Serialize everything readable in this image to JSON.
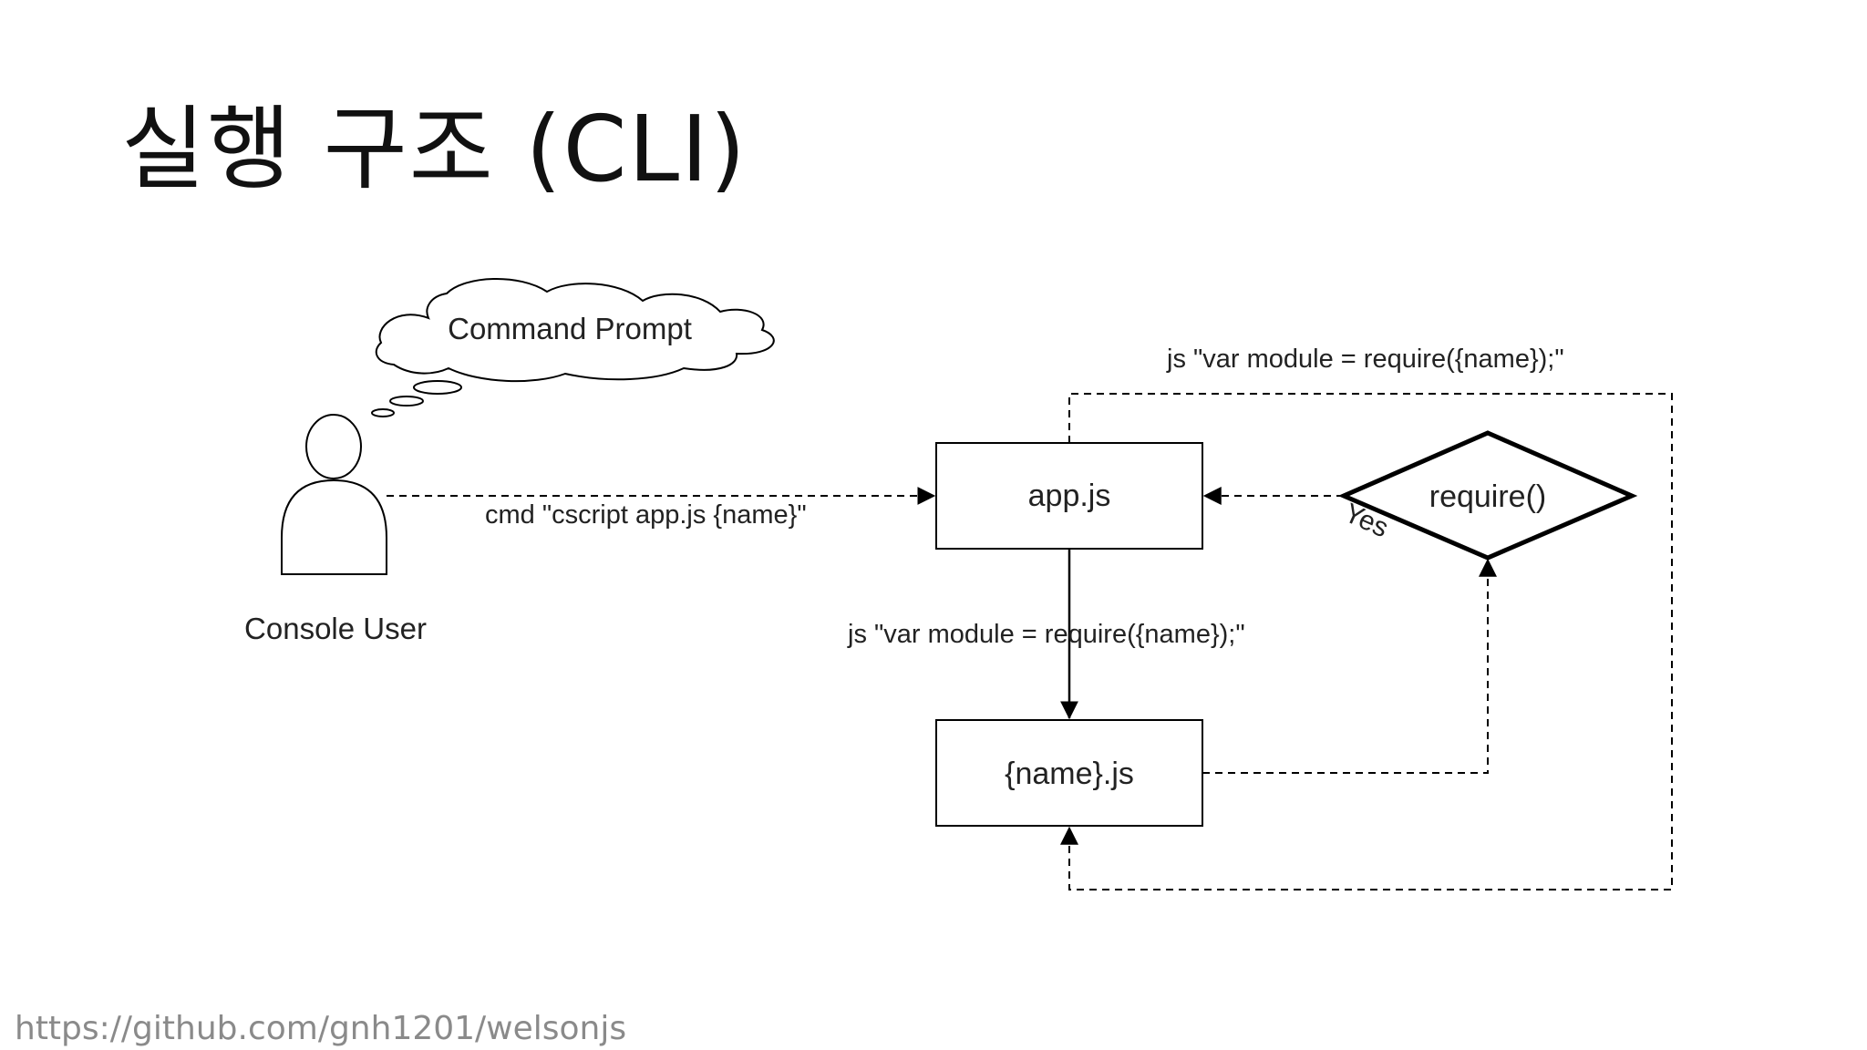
{
  "title": "실행 구조 (CLI)",
  "footer": {
    "url": "https://github.com/gnh1201/welsonjs"
  },
  "diagram": {
    "actor": {
      "label": "Console User",
      "icon": "person-icon"
    },
    "thought_cloud": {
      "label": "Command Prompt"
    },
    "nodes": {
      "app": "app.js",
      "name": "{name}.js",
      "decision": "require()"
    },
    "edges": {
      "user_to_app": "cmd \"cscript app.js {name}\"",
      "app_to_name": "js \"var module = require({name});\"",
      "loop_top": "js \"var module = require({name});\"",
      "decision_yes": "Yes"
    },
    "colors": {
      "stroke": "#000000",
      "text": "#222222",
      "footer": "#8a8a8a"
    }
  }
}
